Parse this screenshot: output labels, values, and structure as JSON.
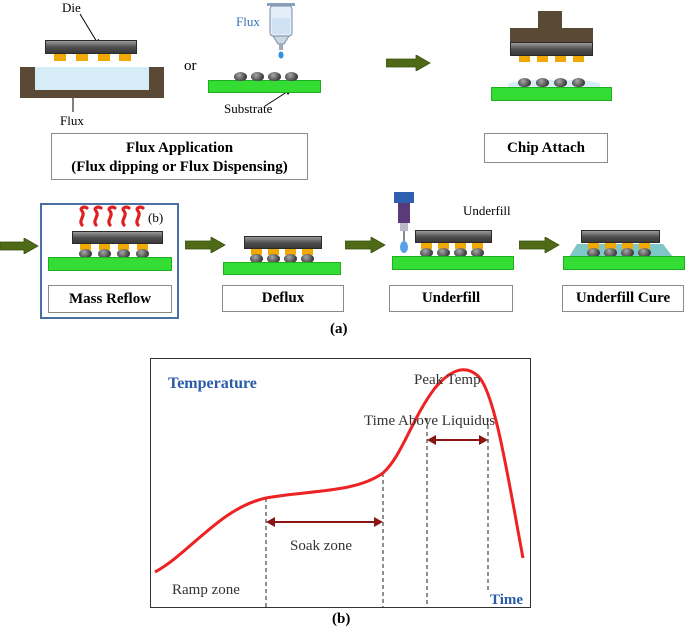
{
  "panel_a": {
    "label": "(a)",
    "labels": {
      "die": "Die",
      "flux_tray": "Flux",
      "or": "or",
      "flux_syringe": "Flux",
      "substrate": "Substrate",
      "underfill_needle": "Underfill",
      "ref_b": "(b)"
    },
    "steps": {
      "flux_application_line1": "Flux Application",
      "flux_application_line2": "(Flux dipping or Flux Dispensing)",
      "chip_attach": "Chip Attach",
      "mass_reflow": "Mass Reflow",
      "deflux": "Deflux",
      "underfill": "Underfill",
      "underfill_cure": "Underfill Cure"
    },
    "colors": {
      "arrow": "#4f6a16",
      "substrate": "#33dd33",
      "pad": "#f0a900",
      "heat_wave": "#e02020",
      "highlight_border": "#4a6fa5",
      "underfill_fill": "#7fc6c6"
    }
  },
  "panel_b": {
    "label": "(b)",
    "y_label": "Temperature",
    "x_label": "Time",
    "zones": {
      "peak": "Peak Temp",
      "tal": "Time Above Liquidus",
      "soak": "Soak zone",
      "ramp": "Ramp zone"
    },
    "colors": {
      "curve": "#ee2222",
      "axis_text": "#2a5ba8",
      "interval_arrow": "#8b1515"
    }
  }
}
